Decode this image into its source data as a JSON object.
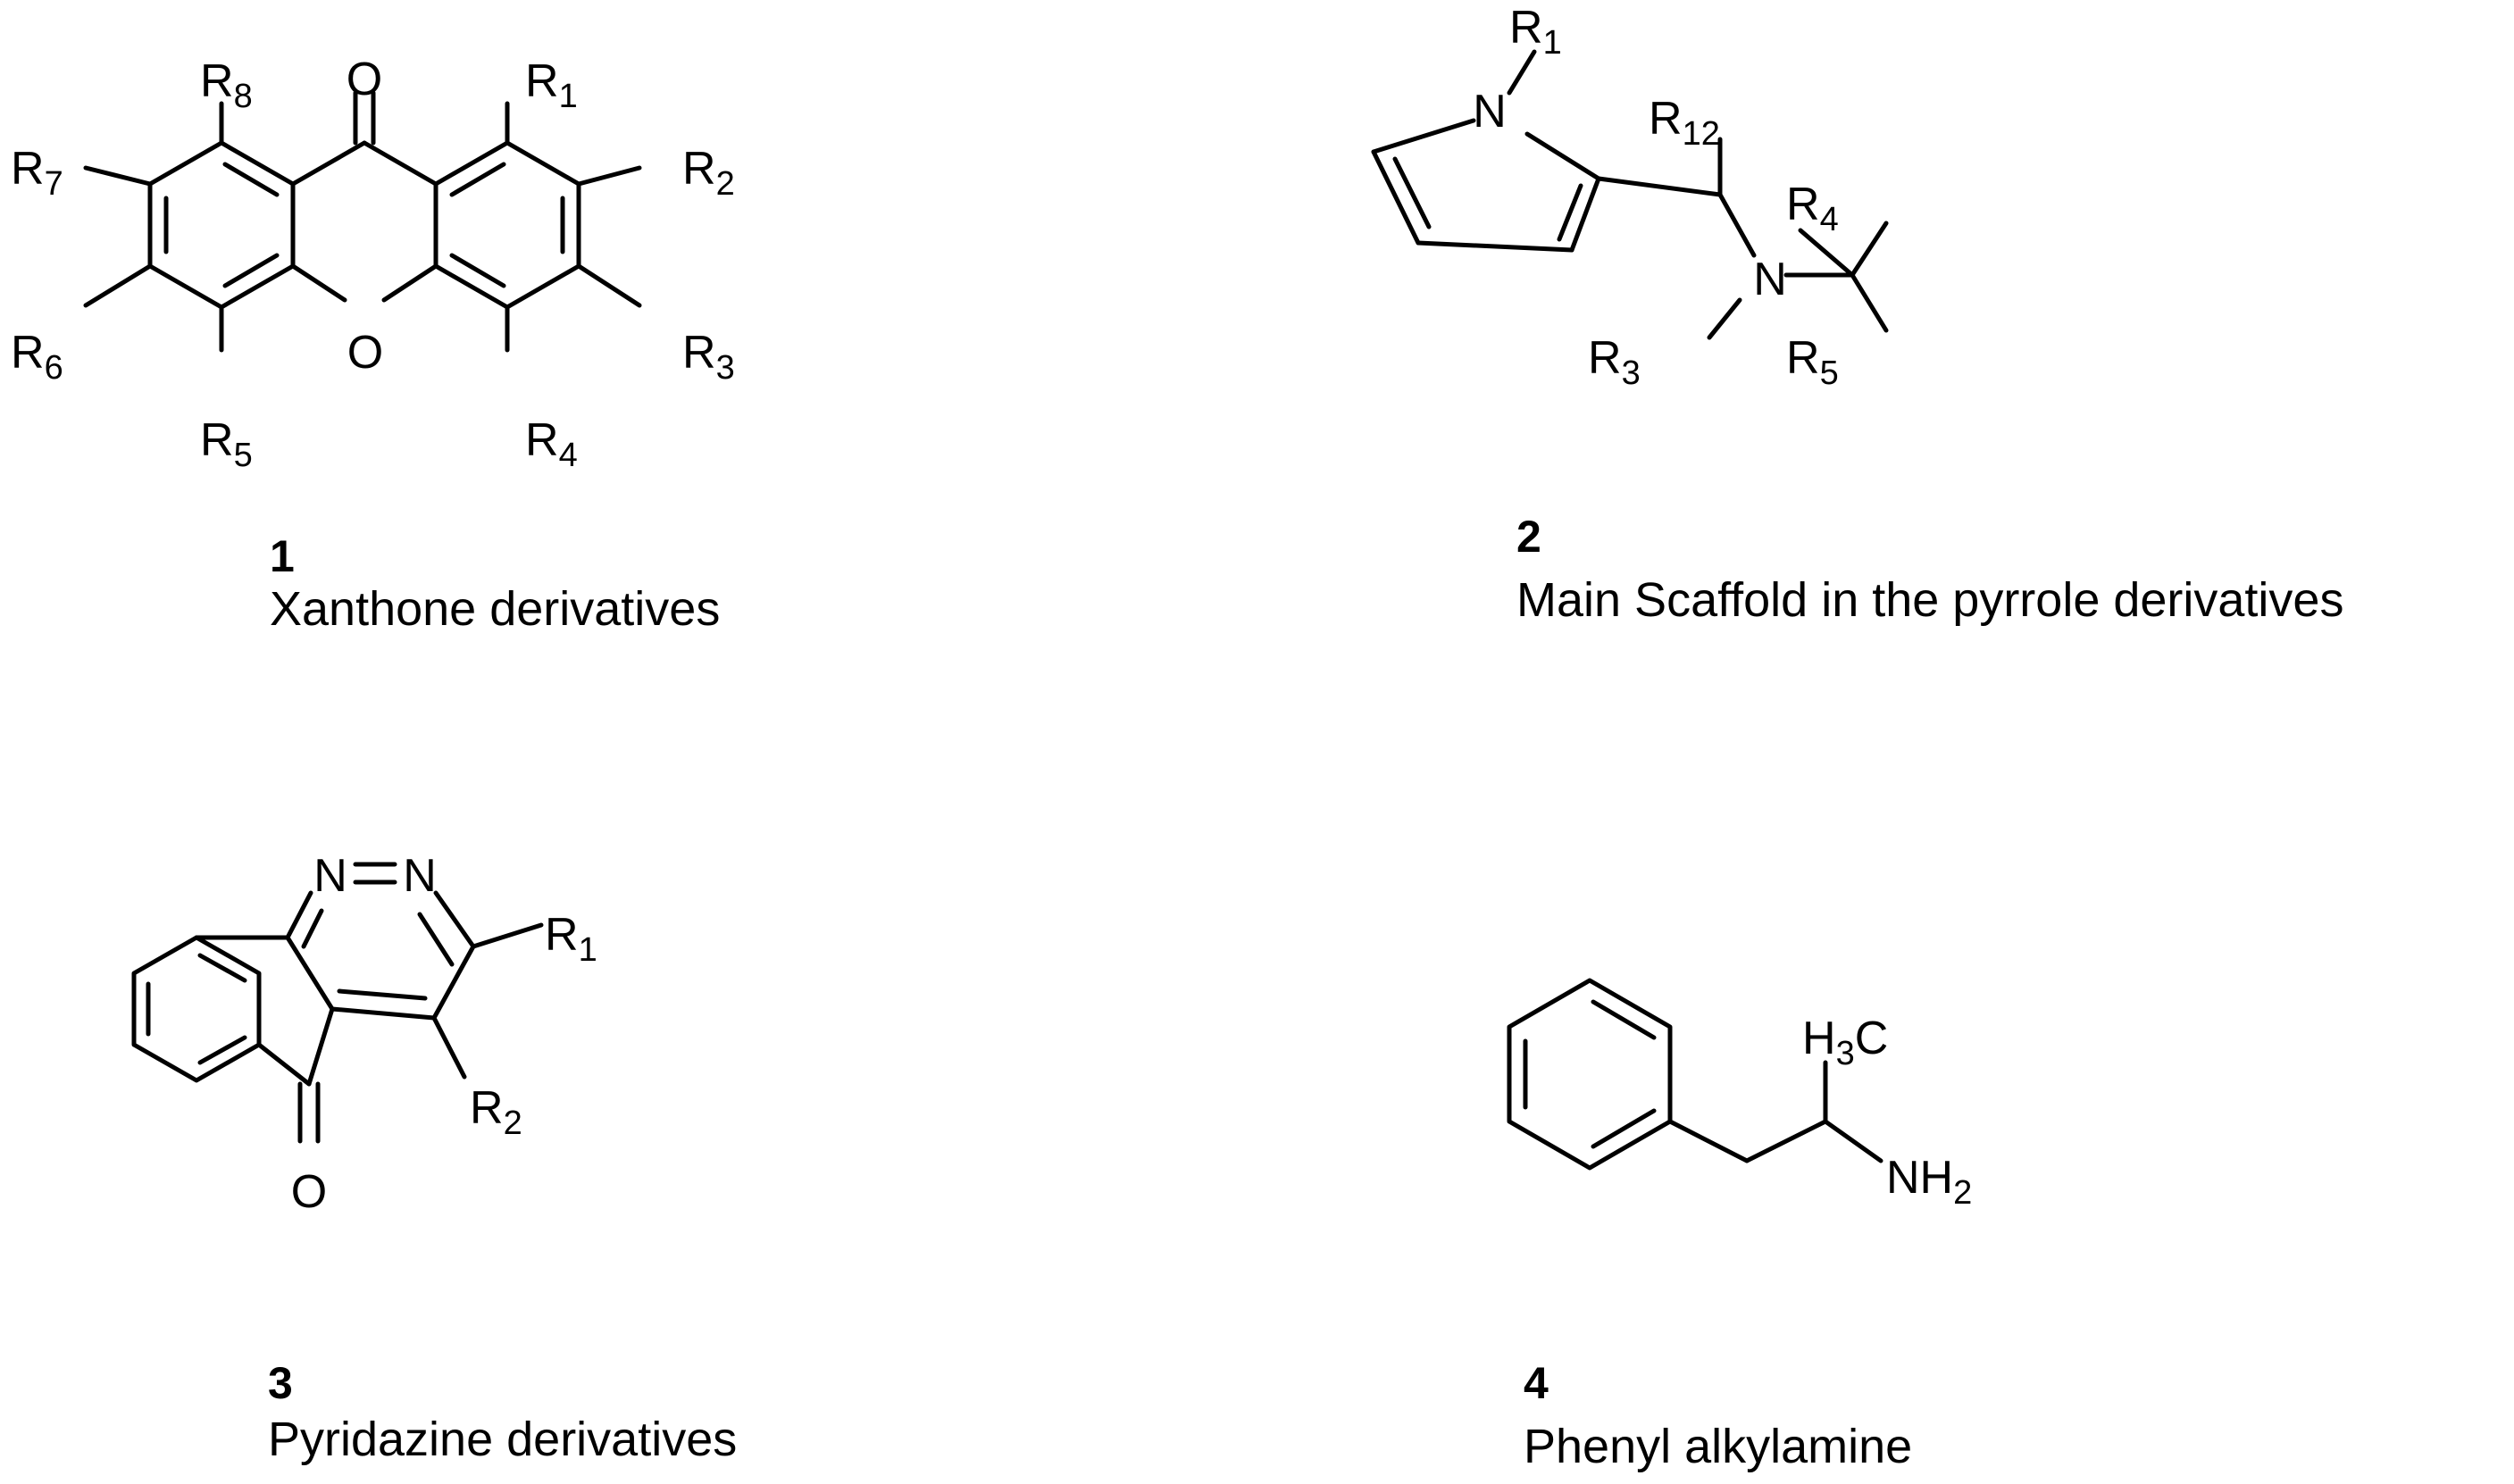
{
  "compounds": [
    {
      "number": "1",
      "caption": "Xanthone derivatives"
    },
    {
      "number": "2",
      "caption": "Main Scaffold in the pyrrole derivatives"
    },
    {
      "number": "3",
      "caption": "Pyridazine derivatives"
    },
    {
      "number": "4",
      "caption": "Phenyl alkylamine"
    }
  ],
  "atoms": {
    "O": "O",
    "N": "N",
    "R": "R",
    "H": "H",
    "C": "C",
    "NH": "NH",
    "sub_1": "1",
    "sub_2": "2",
    "sub_3": "3",
    "sub_4": "4",
    "sub_5": "5",
    "sub_6": "6",
    "sub_7": "7",
    "sub_8": "8",
    "sub_12": "12"
  }
}
